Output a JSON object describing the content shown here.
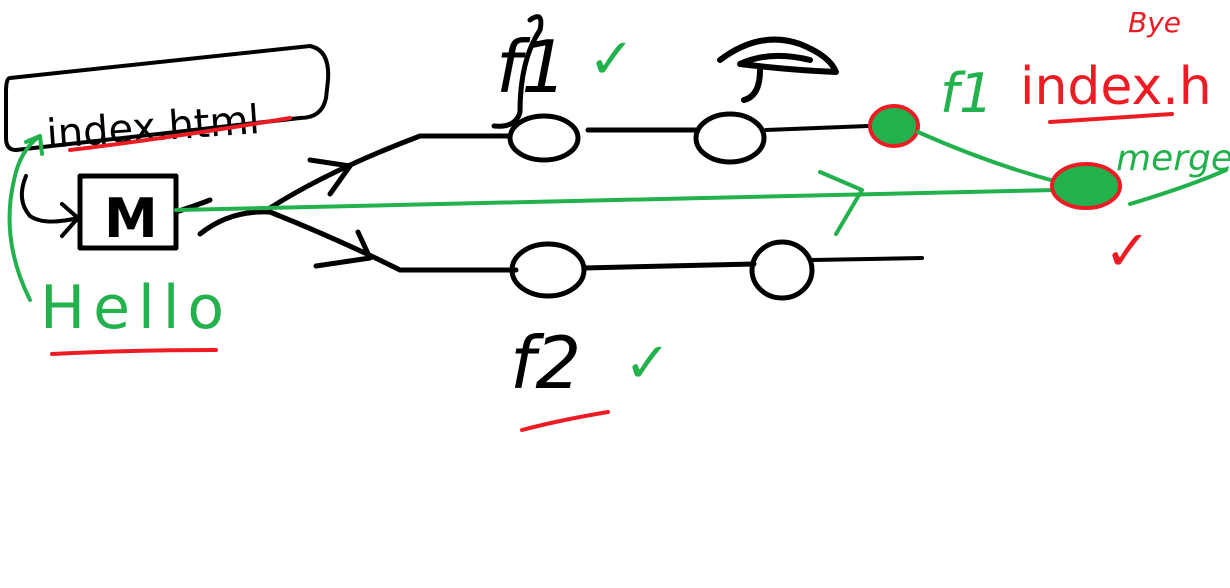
{
  "colors": {
    "ink": "#000000",
    "green": "#22b14c",
    "red": "#ed1c24",
    "background": "#ffffff"
  },
  "labels": {
    "file_box": "index.html",
    "master_box": "M",
    "greeting": "Hello",
    "feature1": "f1",
    "feature2": "f2",
    "merged_feature1": "f1",
    "merged_index": "index.h",
    "bye": "Bye",
    "merge": "merge"
  },
  "checkmarks": {
    "feature1_check": "✓",
    "feature2_check": "✓",
    "merge_check": "✓"
  }
}
